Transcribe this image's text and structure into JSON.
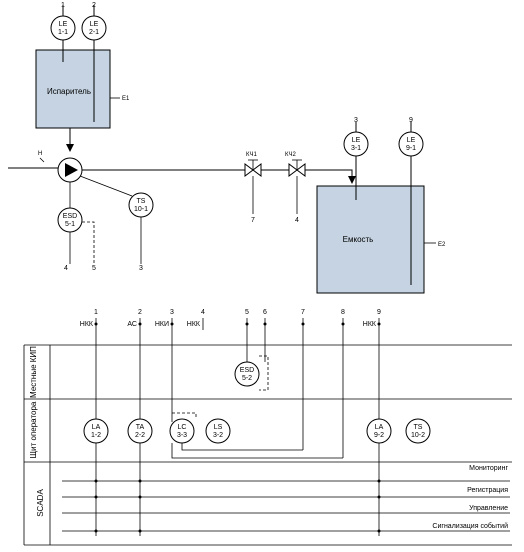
{
  "equipment": {
    "evaporator": {
      "label": "Испаритель",
      "tag": "Е1"
    },
    "tank": {
      "label": "Емкость",
      "tag": "Е2"
    },
    "pump": {
      "tag": "Н"
    }
  },
  "valves": [
    {
      "tag": "КЧ1",
      "line_number": "7"
    },
    {
      "tag": "КЧ2",
      "line_number": "4"
    }
  ],
  "field_instruments": [
    {
      "line1": "LE",
      "line2": "1-1",
      "line_number": "1"
    },
    {
      "line1": "LE",
      "line2": "2-1",
      "line_number": "2"
    },
    {
      "line1": "LE",
      "line2": "3-1",
      "line_number": "3"
    },
    {
      "line1": "LE",
      "line2": "9-1",
      "line_number": "9"
    },
    {
      "line1": "TS",
      "line2": "10-1",
      "line_number": "3"
    },
    {
      "line1": "ESD",
      "line2": "5-1",
      "lines": [
        "4",
        "5"
      ]
    }
  ],
  "line_numbers": [
    {
      "num": "1",
      "code": "НКК"
    },
    {
      "num": "2",
      "code": "АС"
    },
    {
      "num": "3",
      "code": "НКИ"
    },
    {
      "num": "4",
      "code": "НКК"
    },
    {
      "num": "5",
      "code": ""
    },
    {
      "num": "6",
      "code": ""
    },
    {
      "num": "7",
      "code": ""
    },
    {
      "num": "8",
      "code": ""
    },
    {
      "num": "9",
      "code": "НКК"
    }
  ],
  "rows": {
    "local": "Местные КИП",
    "panel": "Щит оператора",
    "scada": "SCADA"
  },
  "local_instruments": [
    {
      "line1": "ESD",
      "line2": "5-2"
    }
  ],
  "panel_instruments": [
    {
      "line1": "LA",
      "line2": "1-2"
    },
    {
      "line1": "TA",
      "line2": "2-2"
    },
    {
      "line1": "LC",
      "line2": "3-3"
    },
    {
      "line1": "LS",
      "line2": "3-2"
    },
    {
      "line1": "LA",
      "line2": "9-2"
    },
    {
      "line1": "TS",
      "line2": "10-2"
    }
  ],
  "scada_functions": [
    "Мониторинг",
    "Регистрация",
    "Управление",
    "Сигнализация событий"
  ]
}
